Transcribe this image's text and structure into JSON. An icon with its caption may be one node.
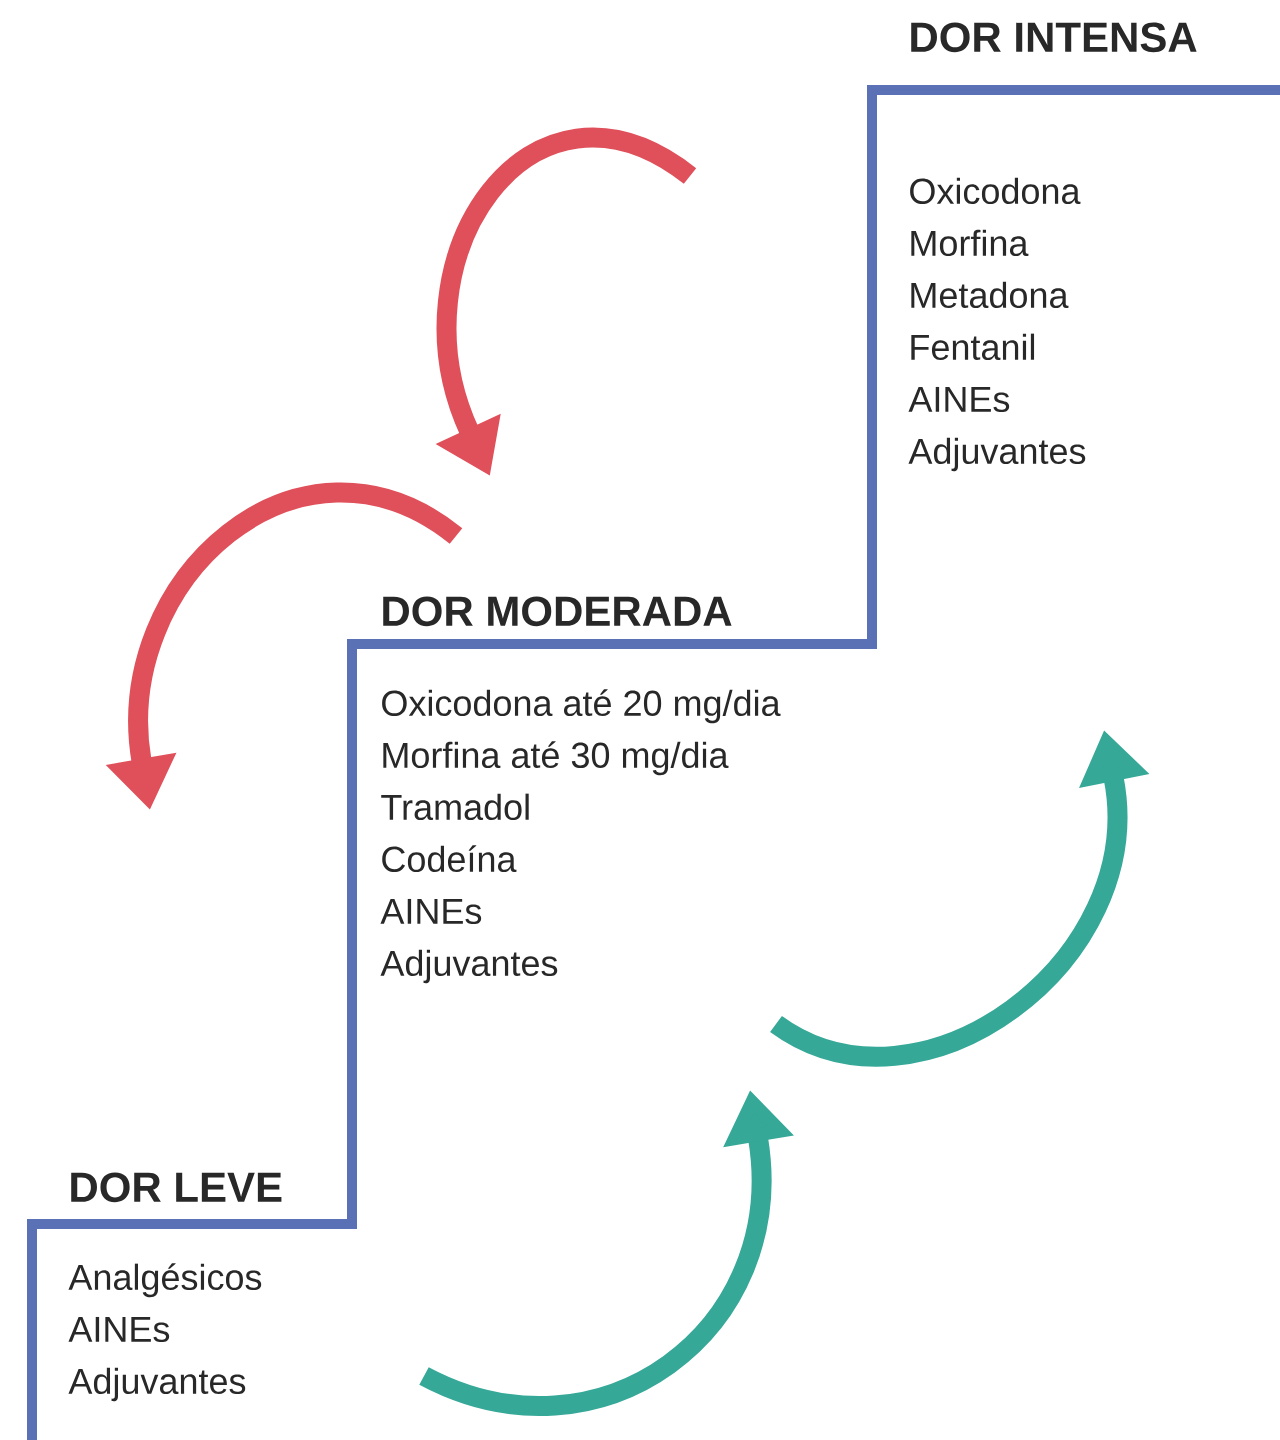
{
  "diagram": {
    "nodes": [
      {
        "text": [
          "DOR LEVE",
          "Analgésicos",
          "AINEs",
          "Adjuvantes"
        ]
      },
      {
        "text": [
          "DOR MODERADA",
          "Oxicodona até 20 mg/dia",
          "Morfina até 30 mg/dia",
          "Tramadol",
          "Codeína",
          "AINEs",
          "Adjuvantes"
        ]
      },
      {
        "text": [
          "DOR INTENSA",
          "Oxicodona",
          "Morfina",
          "Metadona",
          "Fentanil",
          "AINEs",
          "Adjuvantes"
        ]
      }
    ]
  }
}
